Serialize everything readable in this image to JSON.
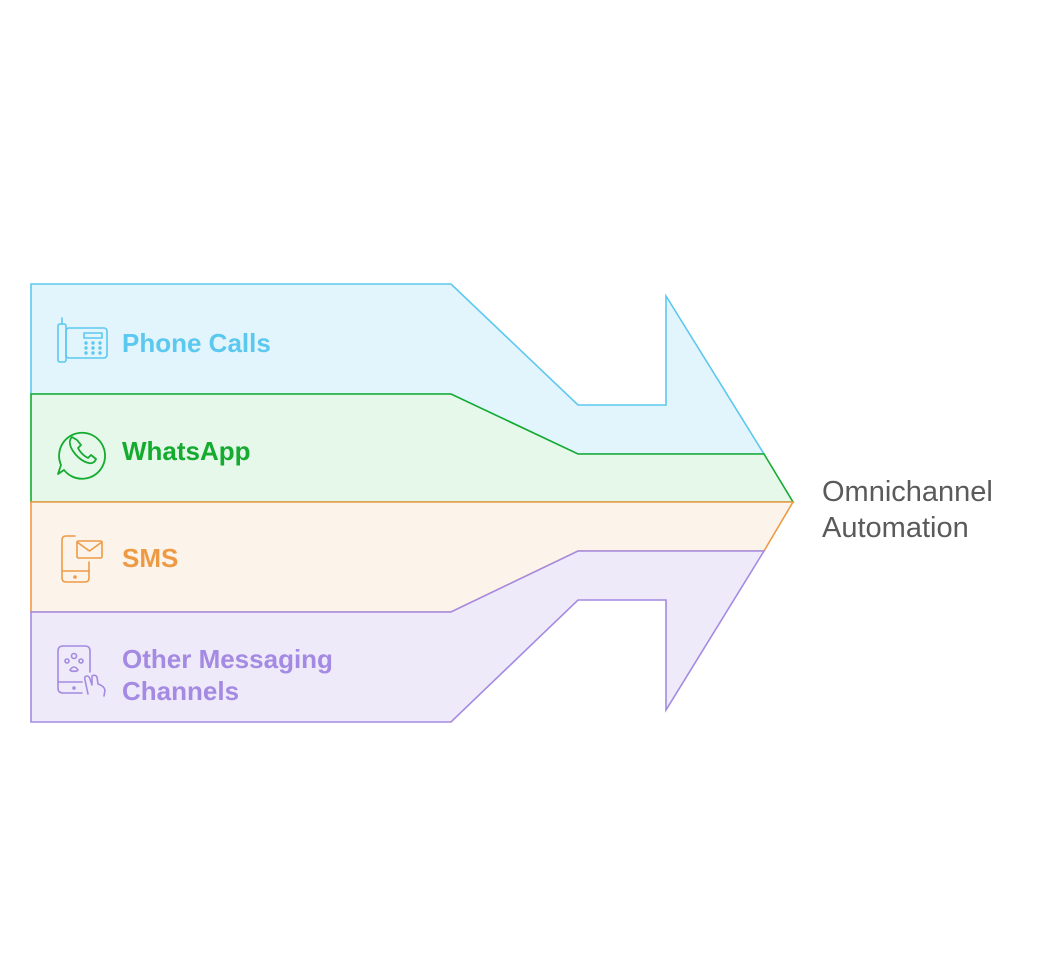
{
  "channels": [
    {
      "id": "phone",
      "label": "Phone Calls",
      "icon": "desk-phone-icon",
      "stroke": "#5BC8EF",
      "fill": "#E3F5FC"
    },
    {
      "id": "whatsapp",
      "label": "WhatsApp",
      "icon": "whatsapp-icon",
      "stroke": "#14AB2F",
      "fill": "#E5F8EA"
    },
    {
      "id": "sms",
      "label": "SMS",
      "icon": "mobile-message-icon",
      "stroke": "#EE9A45",
      "fill": "#FCF3EA"
    },
    {
      "id": "other",
      "label": "Other Messaging\nChannels",
      "icon": "tablet-touch-icon",
      "stroke": "#A48AE2",
      "fill": "#EFEAF9"
    }
  ],
  "target": {
    "label": "Omnichannel\nAutomation",
    "color": "#5A5A5A"
  }
}
